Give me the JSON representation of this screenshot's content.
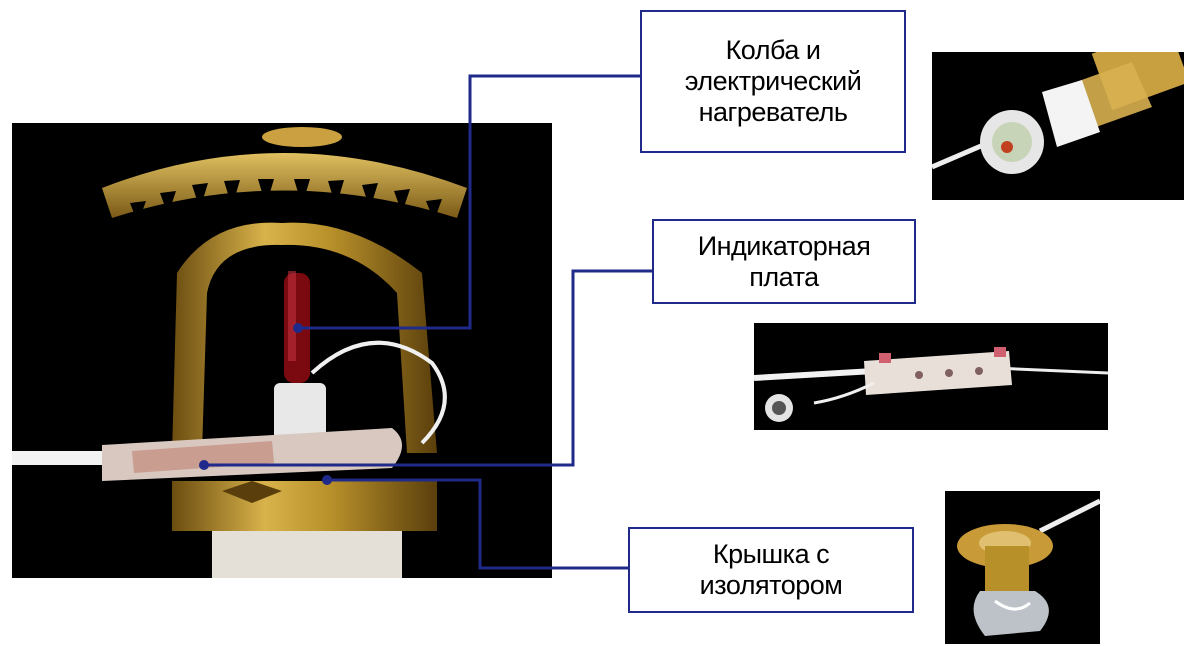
{
  "callouts": {
    "bulb_heater": "Колба и\nэлектрический\nнагреватель",
    "indicator_board": "Индикаторная\nплата",
    "cap_insulator": "Крышка с\nизолятором"
  },
  "colors": {
    "callout_border": "#1f2a8a",
    "leader_line": "#1f2a8a",
    "photo_background": "#000000",
    "brass": "#b8902a"
  },
  "photo_subjects": {
    "main": "sprinkler-with-bulb-and-indicator-board",
    "inset_1": "bulb-heater-closeup",
    "inset_2": "indicator-board-closeup",
    "inset_3": "cap-with-insulator-closeup"
  }
}
